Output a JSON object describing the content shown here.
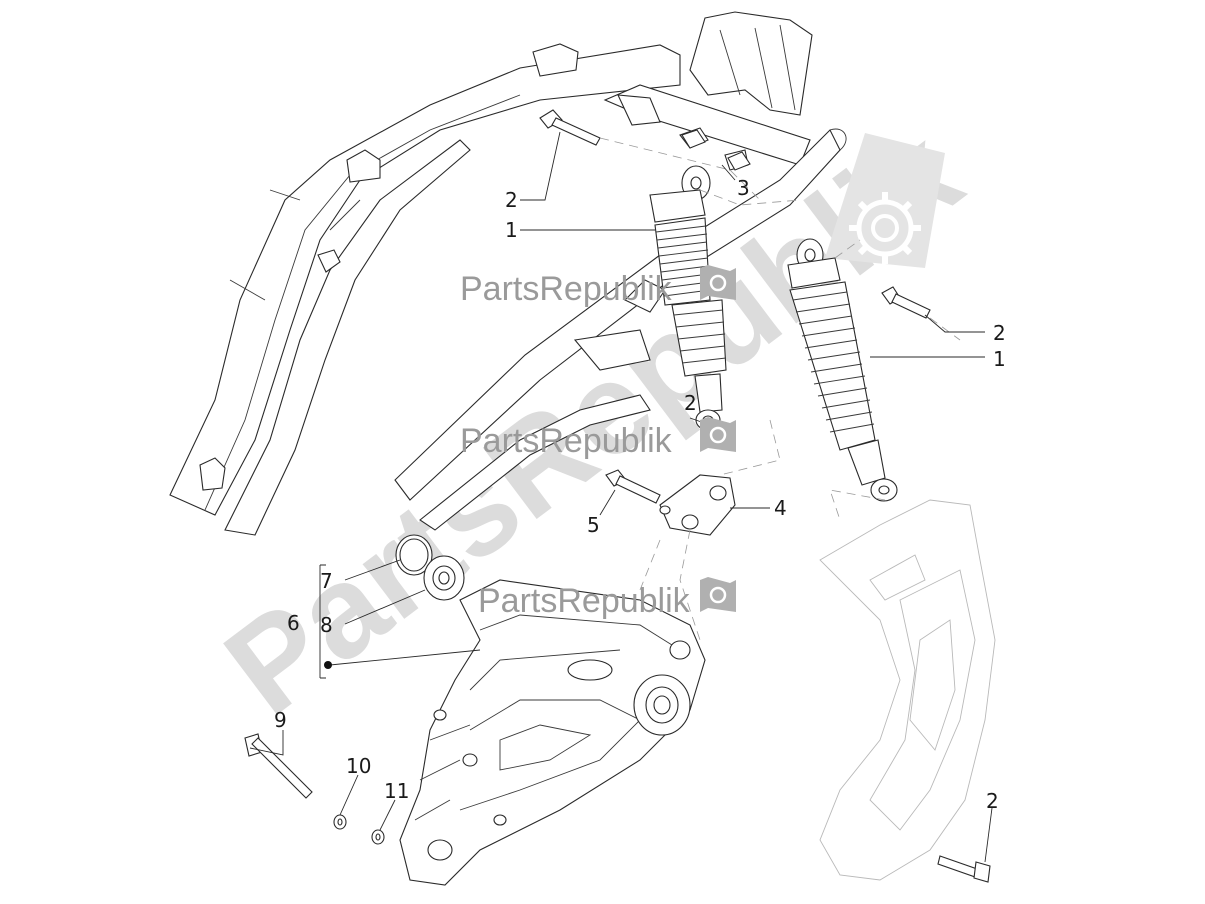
{
  "watermarks": {
    "brand": "PartsRepublik",
    "diagonal": "PartsRepublik"
  },
  "callouts": [
    {
      "id": "c1a",
      "label": "1"
    },
    {
      "id": "c1b",
      "label": "1"
    },
    {
      "id": "c2a",
      "label": "2"
    },
    {
      "id": "c2b",
      "label": "2"
    },
    {
      "id": "c2c",
      "label": "2"
    },
    {
      "id": "c2d",
      "label": "2"
    },
    {
      "id": "c3",
      "label": "3"
    },
    {
      "id": "c4",
      "label": "4"
    },
    {
      "id": "c5",
      "label": "5"
    },
    {
      "id": "c6",
      "label": "6"
    },
    {
      "id": "c7",
      "label": "7"
    },
    {
      "id": "c8",
      "label": "8"
    },
    {
      "id": "c9",
      "label": "9"
    },
    {
      "id": "c10",
      "label": "10"
    },
    {
      "id": "c11",
      "label": "11"
    }
  ],
  "icons": [
    "gear-icon",
    "flag-gear-icon"
  ],
  "colors": {
    "line": "#2a2a2a",
    "watermark": "#9a9a9a",
    "ghost": "#b9b9b9"
  }
}
